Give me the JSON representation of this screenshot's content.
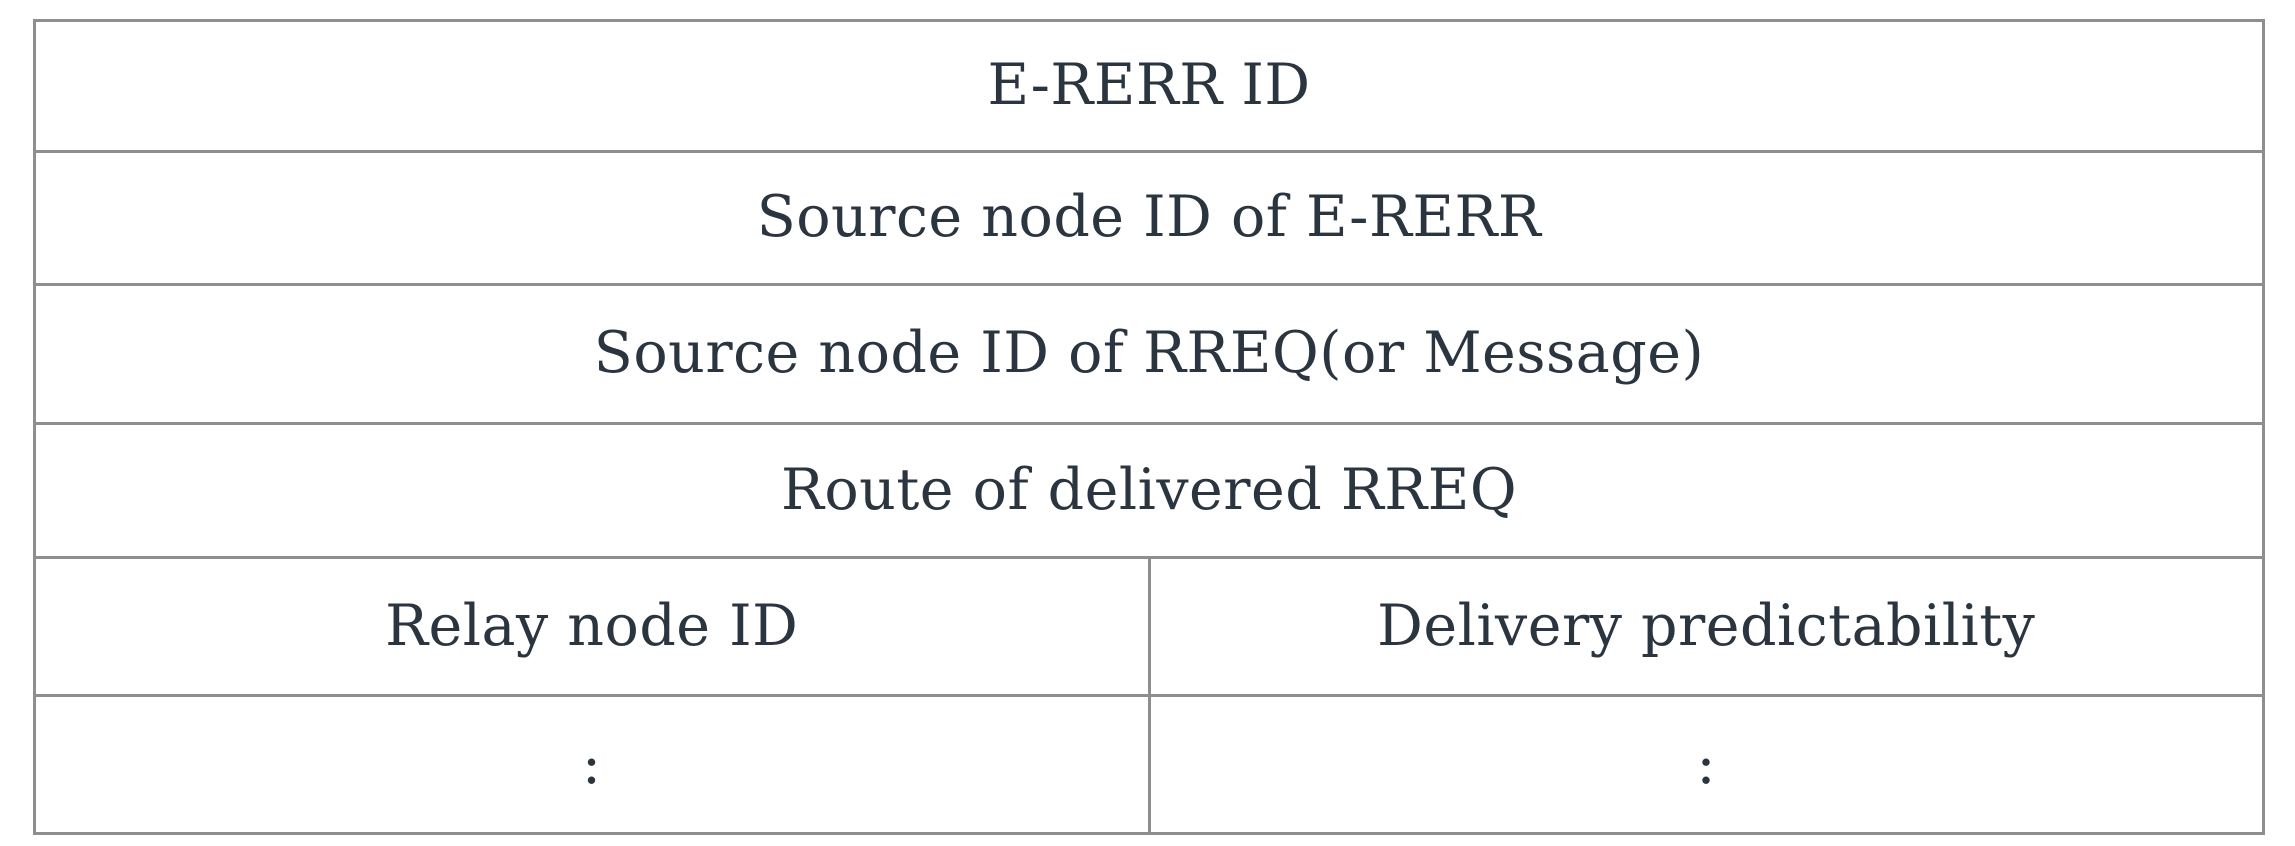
{
  "figure": {
    "kind": "packet-format-table",
    "border_color": "#8e8e8e",
    "text_color": "#2b3540",
    "background": "#ffffff"
  },
  "table": {
    "rows": [
      {
        "id": "e-rerr-id",
        "span": 2,
        "cells": [
          {
            "text": "E-RERR ID"
          }
        ]
      },
      {
        "id": "source-node-id-of-e-rerr",
        "span": 2,
        "cells": [
          {
            "text": "Source node ID of E-RERR"
          }
        ]
      },
      {
        "id": "source-node-id-of-rreq",
        "span": 2,
        "cells": [
          {
            "text": "Source node ID of RREQ(or Message)"
          }
        ]
      },
      {
        "id": "route-of-delivered-rreq",
        "span": 2,
        "cells": [
          {
            "text": "Route of delivered RREQ"
          }
        ]
      },
      {
        "id": "relay-header",
        "span": 1,
        "cells": [
          {
            "text": "Relay node ID"
          },
          {
            "text": "Delivery predictability"
          }
        ]
      },
      {
        "id": "continuation",
        "span": 1,
        "cells": [
          {
            "text": ":"
          },
          {
            "text": ":"
          }
        ]
      }
    ]
  }
}
